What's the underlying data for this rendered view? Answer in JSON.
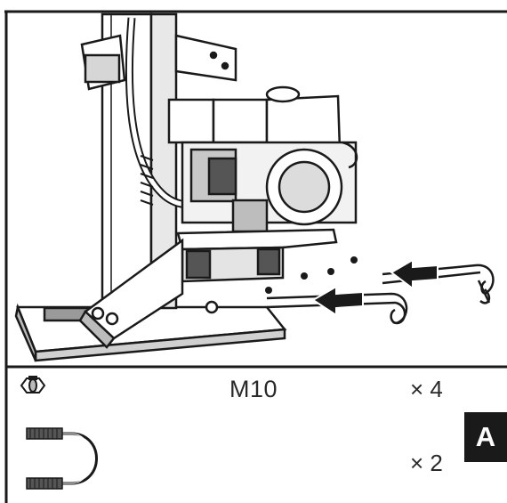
{
  "parts": [
    {
      "name": "nut",
      "label": "M10",
      "quantity": "× 4",
      "icon": "hex-nut-icon"
    },
    {
      "name": "u-bolt",
      "label": "",
      "quantity": "× 2",
      "icon": "u-bolt-icon"
    }
  ],
  "step": {
    "letter": "A"
  },
  "colors": {
    "line": "#1a1a1a",
    "shade": "#555555",
    "badge": "#1a1a1a"
  }
}
